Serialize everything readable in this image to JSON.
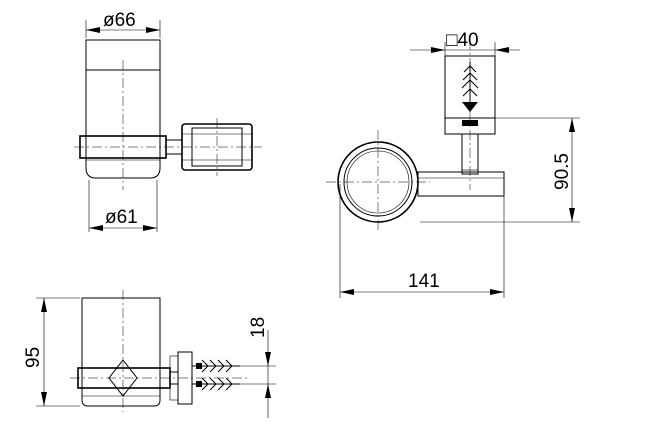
{
  "dimensions": {
    "front_top_diameter": "ø66",
    "front_bottom_diameter": "ø61",
    "mount_square": "□40",
    "height_center": "90.5",
    "total_depth": "141",
    "side_height": "95",
    "side_offset": "18"
  }
}
